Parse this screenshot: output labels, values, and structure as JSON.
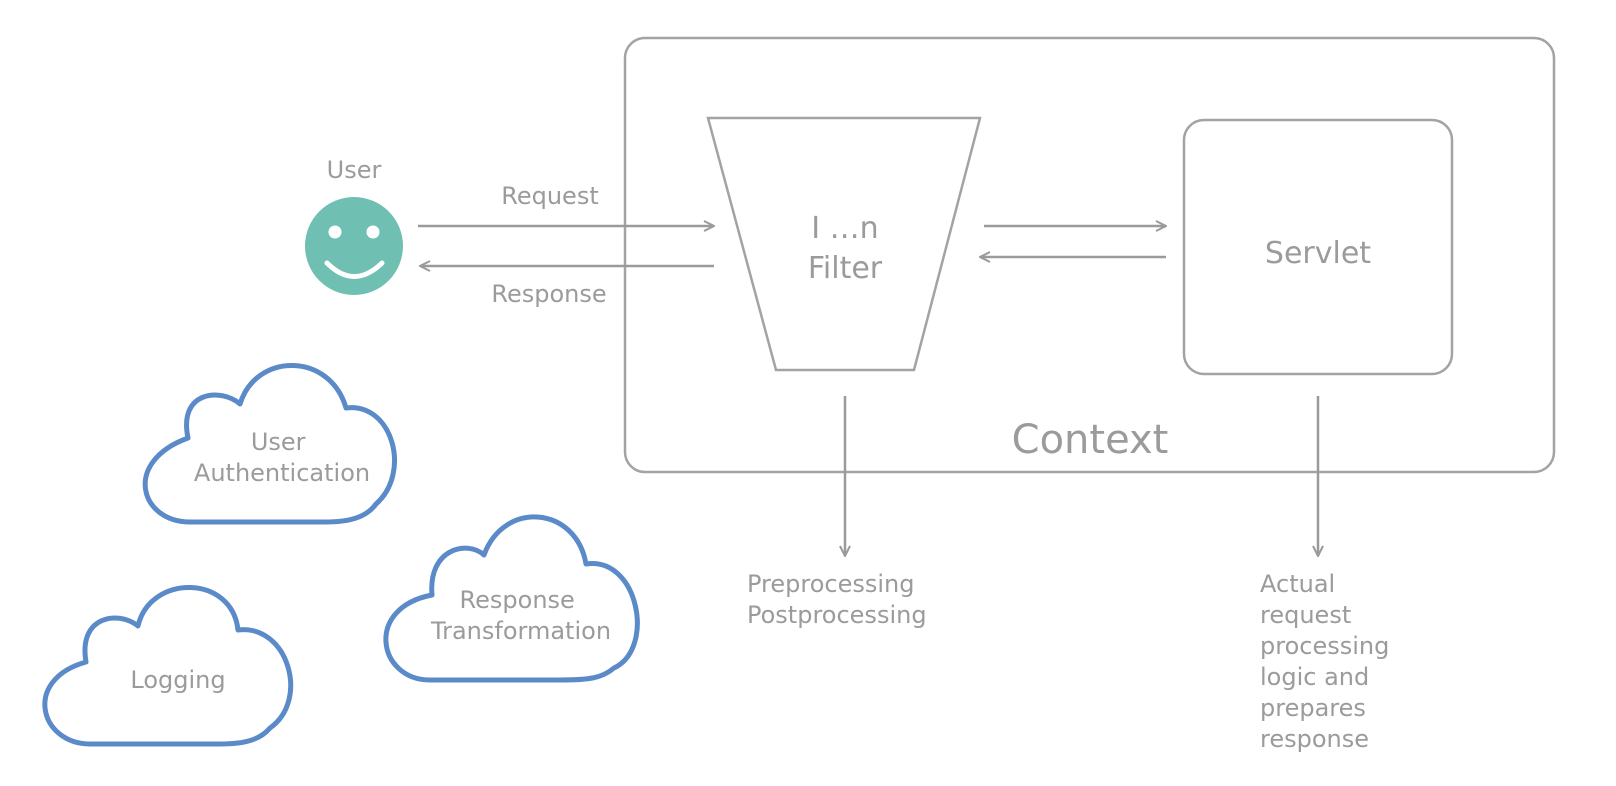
{
  "user": {
    "label": "User"
  },
  "arrows": {
    "request": "Request",
    "response": "Response"
  },
  "filter": {
    "line1": "I …n",
    "line2": "Filter"
  },
  "servlet": {
    "label": "Servlet"
  },
  "context": {
    "label": "Context"
  },
  "notes": {
    "filter": [
      "Preprocessing",
      "Postprocessing"
    ],
    "servlet": [
      "Actual",
      "request",
      "processing",
      "logic and",
      "prepares",
      "response"
    ]
  },
  "clouds": {
    "auth": [
      "User",
      "Authentication"
    ],
    "transform": [
      "Response",
      "Transformation"
    ],
    "logging": [
      "Logging"
    ]
  },
  "colors": {
    "user_face": "#6fbfb2",
    "cloud_stroke": "#5b8ac9",
    "line": "#a3a3a3",
    "text": "#9b9b9b"
  }
}
